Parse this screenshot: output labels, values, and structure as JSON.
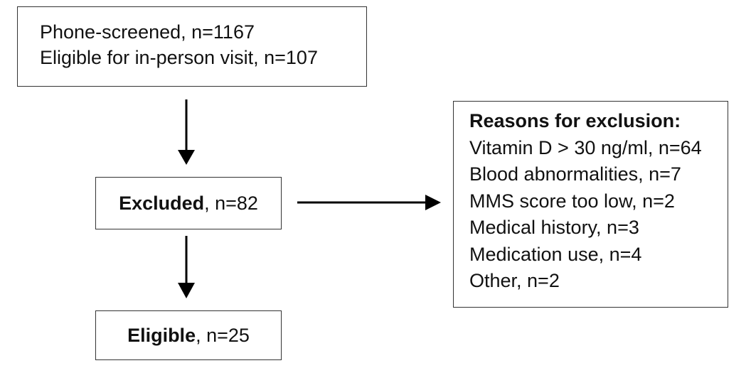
{
  "screening": {
    "line1": "Phone-screened, n=1167",
    "line2": "Eligible for in-person visit, n=107"
  },
  "excluded": {
    "label_bold": "Excluded",
    "label_rest": ", n=82"
  },
  "eligible": {
    "label_bold": "Eligible",
    "label_rest": ", n=25"
  },
  "reasons": {
    "title": "Reasons for exclusion:",
    "items": [
      "Vitamin D > 30 ng/ml, n=64",
      "Blood abnormalities, n=7",
      "MMS score too low, n=2",
      "Medical history, n=3",
      "Medication use, n=4",
      "Other, n=2"
    ]
  },
  "colors": {
    "border": "#333333",
    "arrow": "#000000",
    "text": "#111111"
  }
}
